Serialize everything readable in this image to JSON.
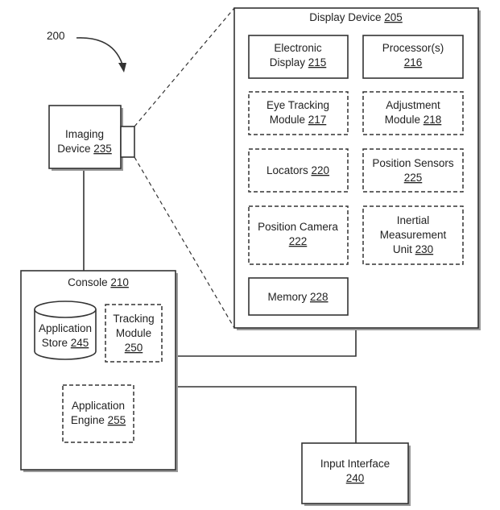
{
  "figure_number": "200",
  "display_device": {
    "name": "Display Device",
    "num": "205"
  },
  "imaging_device": {
    "line1": "Imaging",
    "line2": "Device",
    "num": "235"
  },
  "console": {
    "name": "Console",
    "num": "210"
  },
  "input_interface": {
    "line1": "Input Interface",
    "num": "240"
  },
  "modules": {
    "electronic_display": {
      "line1": "Electronic",
      "line2": "Display",
      "num": "215"
    },
    "processors": {
      "line1": "Processor(s)",
      "num": "216"
    },
    "eye_tracking": {
      "line1": "Eye Tracking",
      "line2": "Module",
      "num": "217"
    },
    "adjustment": {
      "line1": "Adjustment",
      "line2": "Module",
      "num": "218"
    },
    "locators": {
      "line1": "Locators",
      "num": "220"
    },
    "position_sensors": {
      "line1": "Position Sensors",
      "num": "225"
    },
    "position_camera": {
      "line1": "Position Camera",
      "num": "222"
    },
    "imu": {
      "line1": "Inertial",
      "line2": "Measurement",
      "line3": "Unit",
      "num": "230"
    },
    "memory": {
      "line1": "Memory",
      "num": "228"
    }
  },
  "console_modules": {
    "application_store": {
      "line1": "Application",
      "line2": "Store",
      "num": "245"
    },
    "tracking": {
      "line1": "Tracking",
      "line2": "Module",
      "num": "250"
    },
    "application_engine": {
      "line1": "Application",
      "line2": "Engine",
      "num": "255"
    }
  }
}
